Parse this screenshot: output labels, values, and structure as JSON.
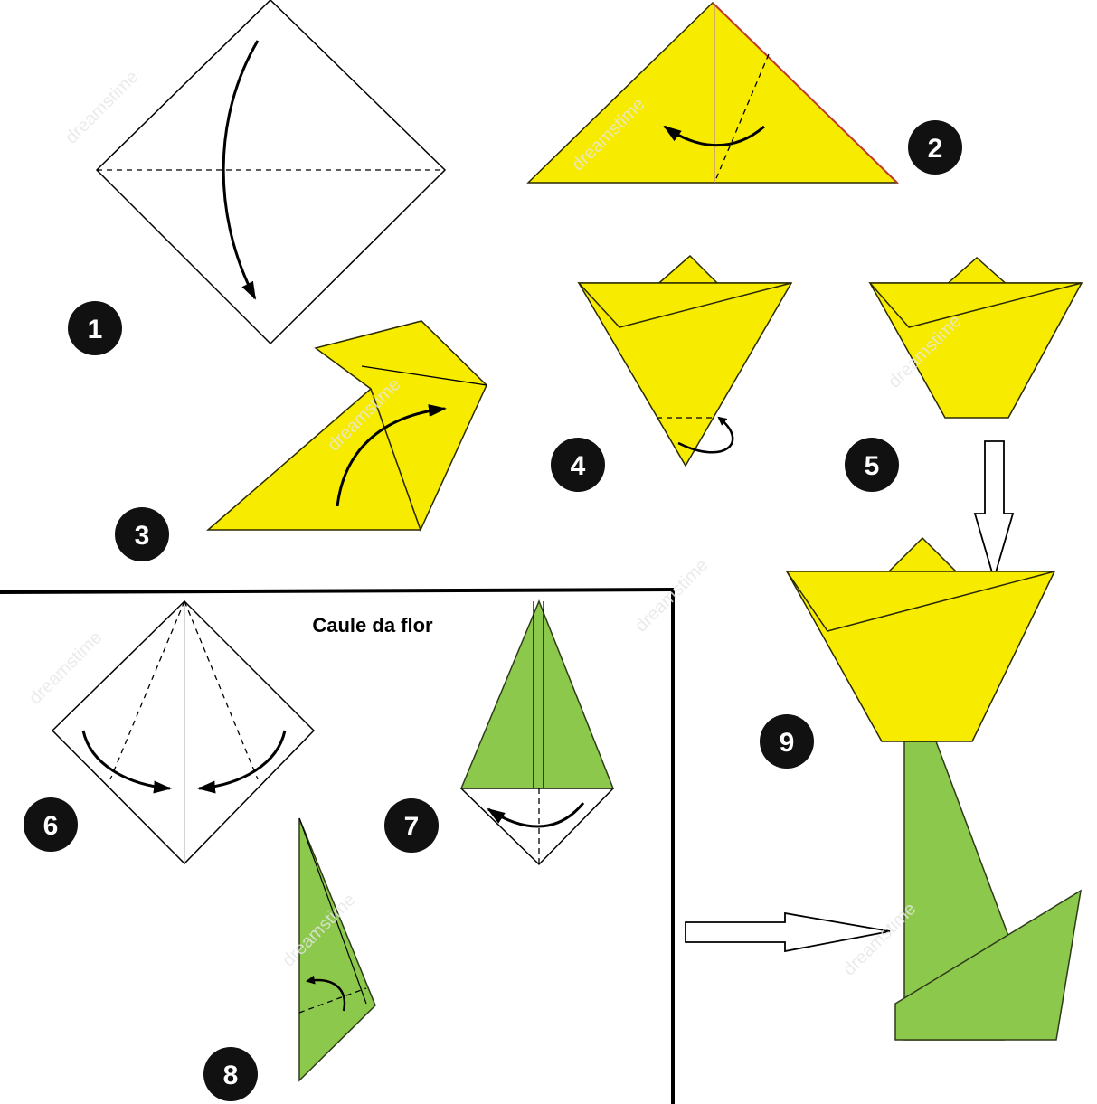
{
  "colors": {
    "petal": "#f7ec00",
    "petal_stroke": "#2a2a00",
    "stem": "#8cc84b",
    "stem_stroke": "#2e3b1a",
    "badge": "#111111",
    "badge_text": "#ffffff",
    "line": "#000000",
    "watermark": "#e6e6e6"
  },
  "diagram": {
    "caption": "Caule da flor",
    "steps": [
      {
        "number": "1"
      },
      {
        "number": "2"
      },
      {
        "number": "3"
      },
      {
        "number": "4"
      },
      {
        "number": "5"
      },
      {
        "number": "6"
      },
      {
        "number": "7"
      },
      {
        "number": "8"
      },
      {
        "number": "9"
      }
    ],
    "watermark_text": "dreamstime"
  }
}
